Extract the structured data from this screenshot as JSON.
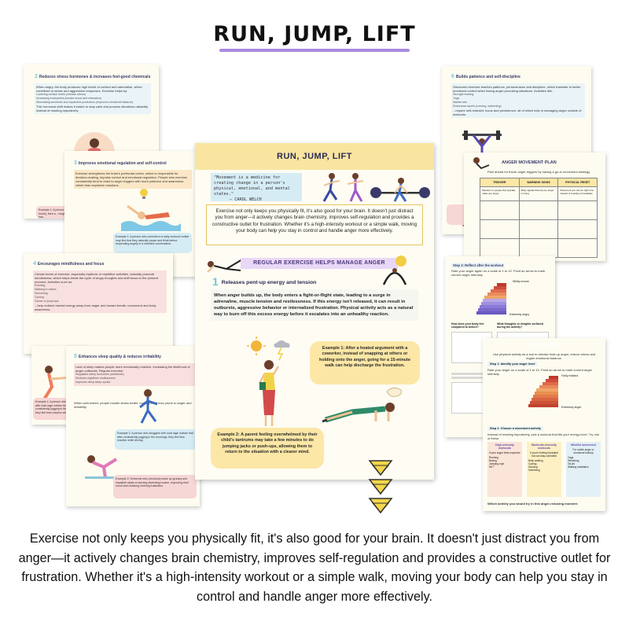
{
  "header": {
    "title": "RUN, JUMP, LIFT"
  },
  "center_page": {
    "title": "RUN, JUMP, LIFT",
    "quote": "\"Movement is a medicine for creating change in a person's physical, emotional, and mental states.\"",
    "quote_author": "— CAROL WELCH",
    "intro": "Exercise not only keeps you physically fit, it's also good for your brain. It doesn't just distract you from anger—it actively changes brain chemistry, improves self-regulation and provides a constructive outlet for frustration. Whether it's a high-intensity workout or a simple walk, moving your body can help you stay in control and handle anger more effectively.",
    "band": "REGULAR EXERCISE HELPS MANAGE ANGER",
    "section_number": "1",
    "section_title": "Releases pent-up energy and tension",
    "body": "When anger builds up, the body enters a fight-or-flight state, leading to a surge in adrenaline, muscle tension and restlessness. If this energy isn't released, it can result in outbursts, aggressive behavior or internalized frustration. Physical activity acts as a natural way to burn off this excess energy before it escalates into an unhealthy reaction.",
    "example1": "Example 1: After a heated argument with a coworker, instead of snapping at others or holding onto the anger, going for a 15-minute walk can help discharge the frustration.",
    "example2": "Example 2: A parent feeling overwhelmed by their child's tantrums may take a few minutes to do jumping jacks or push-ups, allowing them to return to the situation with a clearer mind."
  },
  "left_pages": [
    {
      "number": "2",
      "title": "Reduces stress hormones & increases feel-good chemicals",
      "body": "When angry, the body produces high levels of cortisol and adrenaline, which contribute to stress and aggressive responses. Exercise helps by:",
      "bullets": [
        "Lowering cortisol levels (release stress)",
        "Increasing endorphins (boosts mood and relaxation)",
        "Stimulating serotonin and dopamine production (improves emotional balance)"
      ],
      "footer": "This hormonal shift makes it easier to stay calm and process situations rationally instead of reacting impulsively.",
      "example": "Example 1: A person... they go home), then a... tough meeting has..."
    },
    {
      "number": "3",
      "title": "Improves emotional regulation and self-control",
      "body": "Exercise strengthens the brain's prefrontal cortex, which is responsible for decision-making, impulse control and emotional regulation. People who exercise consistently tend to react to anger triggers with more patience and awareness rather than explosive reactions.",
      "example": "Example 1: A person who commits to a daily workout routine may find that they naturally pause and think before responding angrily in a stressful conversation."
    },
    {
      "number": "4",
      "title": "Encourages mindfulness and focus",
      "body": "Certain forms of exercise, especially rhythmic or repetitive activities, naturally promote mindfulness, which helps break the cycle of angry thoughts and shift focus to the present moment. Activities such as:",
      "bullets": [
        "Running",
        "Walking in nature",
        "Swimming",
        "Cycling",
        "Dance or jumprope"
      ],
      "footer": "...help redirect mental energy away from anger and toward breath, movement and body awareness."
    },
    {
      "number": "5",
      "title": "Enhances sleep quality & reduces irritability",
      "body": "Lack of sleep makes people more emotionally reactive, increasing the likelihood of anger outbursts. Regular exercise:",
      "bullets": [
        "Regulates sleep hormones (melatonin)",
        "Reduces nighttime restlessness",
        "Improves deep sleep cycles"
      ],
      "footer": "When well-rested, people handle stress better, making them less prone to anger and irritability.",
      "example1": "Example 1: A person who struggles with road rage notices that after consistently jogging in the mornings, they feel less reactive while driving.",
      "example2": "Example 2: Someone who previously woke up grumpy and impatient starts a morning stretching routine, improving their mood and reducing morning frustration."
    }
  ],
  "right_pages": [
    {
      "number": "6",
      "title": "Builds patience and self-discipline",
      "body": "Structured exercise teaches patience, perseverance and discipline, which translate to better emotional control when facing anger-provoking situations. Activities like:",
      "bullets": [
        "Strength training",
        "Yoga",
        "Martial arts",
        "Endurance sports (running, swimming)"
      ],
      "footer": "...require self-restraint, focus and persistence, all of which help in managing anger outside of workouts."
    },
    {
      "title": "ANGER MOVEMENT PLAN",
      "subtitle": "Plan ahead for future anger triggers by having a go-to movement strategy.",
      "columns": [
        "TRIGGER",
        "WARNING SIGNS",
        "PHYSICAL RESET"
      ],
      "row1": [
        "Situation or people that typically make you angry",
        "Body signals that tell you anger is rising",
        "Movement you can do right now instead of reacting immediately"
      ]
    },
    {
      "title": "Step 3: Reflect after the workout",
      "body": "Rate your anger again on a scale of 1 to 10. Point an arrow to mark current anger intensity.",
      "scale_top": "Wildly unsure",
      "scale_bottom": "Extremely angry",
      "q1": "How does your body feel compared to before?",
      "q2": "What thoughts or insights surfaced during the activity?"
    },
    {
      "title": "MOVE TO IMPROVE",
      "intro": "Use physical activity as a tool to release built-up anger, reduce stress and regain emotional balance.",
      "step1": "Step 1: Identify your anger level",
      "step1_body": "Rate your anger on a scale of 1 to 10. Point an arrow to mark current anger intensity.",
      "scale_top": "Fairly irritated",
      "scale_bottom": "Extremely anger",
      "step2": "Step 2: Choose a movement activity",
      "step2_body": "Instead of reacting impulsively, pick a workout that fits your energy level. Try one of these:",
      "col1": {
        "title": "High-intensity workouts",
        "sub": "If your anger feels explosive",
        "items": [
          "Running",
          "Boxing",
          "Jumping rope",
          "HIIT"
        ]
      },
      "col2": {
        "title": "Moderate-intensity workouts",
        "sub": "If you're feeling frustrated but can stay controlled",
        "items": [
          "Brisk walking",
          "Cycling",
          "Dancing",
          "Swimming"
        ]
      },
      "col3": {
        "title": "Mindful movement",
        "sub": "For subtle anger or emotional buildup",
        "items": [
          "Yoga",
          "Stretching",
          "Tai chi",
          "Walking meditation"
        ]
      },
      "footer": "Which activity you would try in this anger-reducing moment:"
    }
  ],
  "bottom": {
    "text": "Exercise not only keeps you physically fit, it's also good for your brain. It doesn't just distract you from anger—it actively changes brain chemistry, improves self-regulation and provides a constructive outlet for frustration. Whether it's a high-intensity workout or a simple walk, moving your body can help you stay in control and handle anger more effectively."
  },
  "colors": {
    "title_underline": "#a98be0",
    "header_band": "#f9e5a0",
    "purple_band": "#e9d7f7",
    "quote_blue": "#d6ecf5",
    "example_yellow": "#fce7a6",
    "accent_teal": "#74c3dc"
  }
}
